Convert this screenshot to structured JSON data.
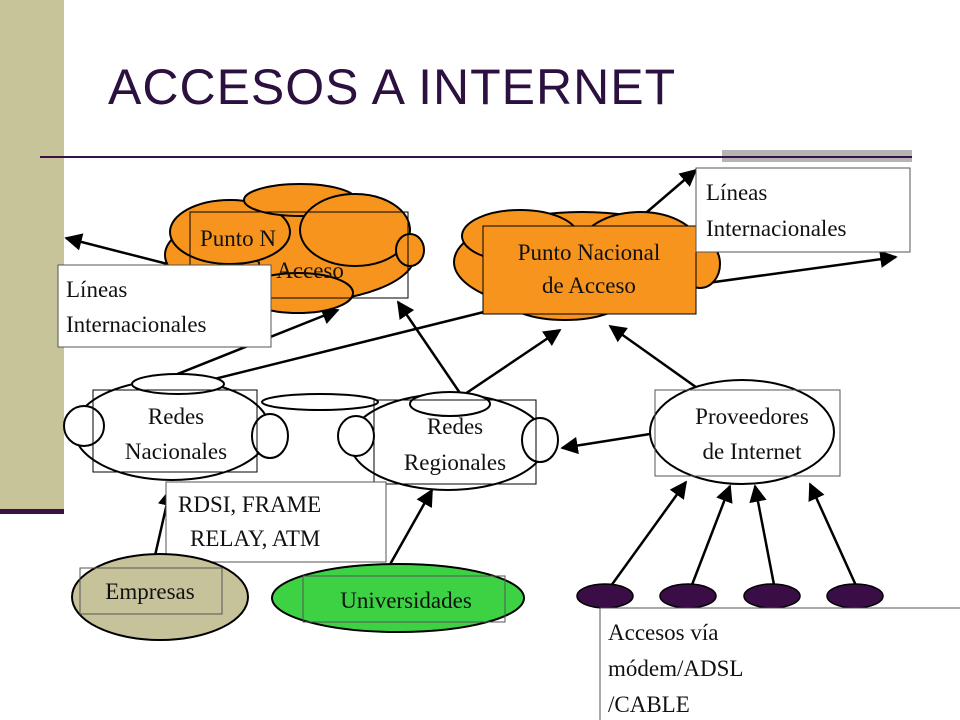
{
  "title": "ACCESOS A INTERNET",
  "colors": {
    "sidebar": "#c8c49a",
    "title": "#2b1040",
    "orange": "#f7941d",
    "green": "#3dd144",
    "olive": "#c6c39a",
    "purple_node": "#3a0d47"
  },
  "nodes": {
    "punto_left": {
      "line1": "Punto N",
      "line2": "de Acceso"
    },
    "punto_right": {
      "line1": "Punto Nacional",
      "line2": "de Acceso"
    },
    "lineas_left": {
      "line1": "Líneas",
      "line2": "Internacionales"
    },
    "lineas_right": {
      "line1": "Líneas",
      "line2": "Internacionales"
    },
    "redes_nacionales": {
      "line1": "Redes",
      "line2": "Nacionales"
    },
    "redes_regionales": {
      "line1": "Redes",
      "line2": "Regionales"
    },
    "proveedores": {
      "line1": "Proveedores",
      "line2": "de Internet"
    },
    "rdsi": {
      "line1": "RDSI, FRAME",
      "line2": "RELAY, ATM"
    },
    "empresas": {
      "label": "Empresas"
    },
    "universidades": {
      "label": "Universidades"
    },
    "accesos": {
      "line1": "Accesos vía",
      "line2": "módem/ADSL",
      "line3": "/CABLE"
    }
  }
}
